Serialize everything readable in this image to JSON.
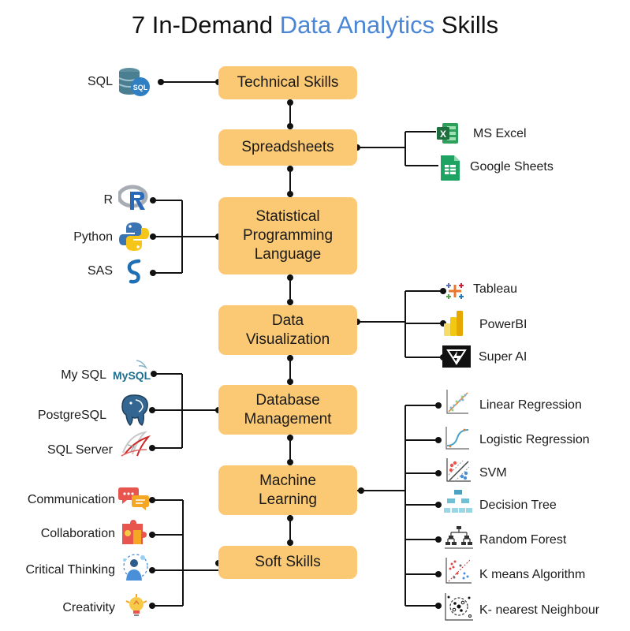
{
  "title": {
    "prefix": "7 In-Demand",
    "accent": "Data Analytics",
    "suffix": "Skills"
  },
  "colors": {
    "node_fill": "#fbc873",
    "accent": "#4a86d6",
    "line": "#111111"
  },
  "nodes": [
    "Technical Skills",
    "Spreadsheets",
    "Statistical Programming Language",
    "Data Visualization",
    "Database Management",
    "Machine Learning",
    "Soft Skills"
  ],
  "technical": [
    {
      "label": "SQL",
      "icon": "sql-database-icon"
    }
  ],
  "spreadsheets": [
    {
      "label": "MS Excel",
      "icon": "excel-icon"
    },
    {
      "label": "Google Sheets",
      "icon": "google-sheets-icon"
    }
  ],
  "programming": [
    {
      "label": "R",
      "icon": "r-logo-icon"
    },
    {
      "label": "Python",
      "icon": "python-logo-icon"
    },
    {
      "label": "SAS",
      "icon": "sas-logo-icon"
    }
  ],
  "visualization": [
    {
      "label": "Tableau",
      "icon": "tableau-icon"
    },
    {
      "label": "PowerBI",
      "icon": "powerbi-icon"
    },
    {
      "label": "Super AI",
      "icon": "super-ai-icon"
    }
  ],
  "database": [
    {
      "label": "My SQL",
      "icon": "mysql-logo-icon",
      "icon_text": "MySQL"
    },
    {
      "label": "PostgreSQL",
      "icon": "postgresql-elephant-icon"
    },
    {
      "label": "SQL Server",
      "icon": "sql-server-icon"
    }
  ],
  "machine_learning": [
    {
      "label": "Linear Regression",
      "icon": "linear-regression-icon"
    },
    {
      "label": "Logistic Regression",
      "icon": "logistic-regression-icon"
    },
    {
      "label": "SVM",
      "icon": "svm-icon"
    },
    {
      "label": "Decision Tree",
      "icon": "decision-tree-icon"
    },
    {
      "label": "Random Forest",
      "icon": "random-forest-icon"
    },
    {
      "label": "K means Algorithm",
      "icon": "k-means-icon"
    },
    {
      "label": "K- nearest Neighbour",
      "icon": "k-nearest-icon"
    }
  ],
  "soft_skills": [
    {
      "label": "Communication",
      "icon": "speech-bubbles-icon"
    },
    {
      "label": "Collaboration",
      "icon": "puzzle-pieces-icon"
    },
    {
      "label": "Critical Thinking",
      "icon": "thinking-person-icon"
    },
    {
      "label": "Creativity",
      "icon": "lightbulb-icon"
    }
  ]
}
